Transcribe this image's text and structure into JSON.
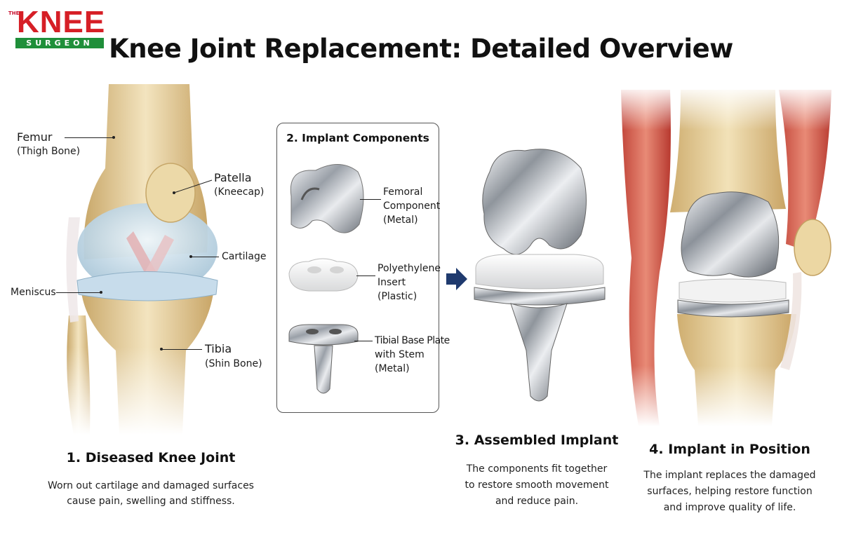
{
  "logo": {
    "the": "THE",
    "knee": "KNEE",
    "surgeon": "SURGEON"
  },
  "title": "Knee Joint Replacement: Detailed Overview",
  "panel1": {
    "labels": {
      "femur": "Femur",
      "femur_sub": "(Thigh Bone)",
      "patella": "Patella",
      "patella_sub": "(Kneecap)",
      "cartilage": "Cartilage",
      "meniscus": "Meniscus",
      "tibia": "Tibia",
      "tibia_sub": "(Shin Bone)"
    },
    "heading": "1. Diseased Knee Joint",
    "desc_line1": "Worn out cartilage and damaged surfaces",
    "desc_line2": "cause pain, swelling and stiffness."
  },
  "panel2": {
    "title": "2. Implant Components",
    "femoral": [
      "Femoral",
      "Component",
      "(Metal)"
    ],
    "insert": [
      "Polyethylene",
      "Insert",
      "(Plastic)"
    ],
    "tibial": [
      "Tibial Base Plate",
      "with Stem",
      "(Metal)"
    ]
  },
  "panel3": {
    "heading": "3. Assembled Implant",
    "desc_line1": "The components fit together",
    "desc_line2": "to restore smooth movement",
    "desc_line3": "and reduce pain."
  },
  "panel4": {
    "heading": "4. Implant in Position",
    "desc_line1": "The implant replaces the damaged",
    "desc_line2": "surfaces, helping restore function",
    "desc_line3": "and improve quality of life."
  },
  "colors": {
    "brand_red": "#d61f26",
    "brand_green": "#1f8f3a",
    "arrow_navy": "#1f3a6e"
  }
}
